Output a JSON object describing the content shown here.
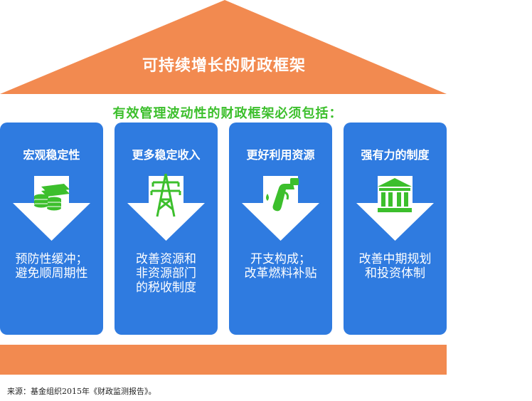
{
  "roof": {
    "title": "可持续增长的财政框架",
    "color": "#f28a50"
  },
  "subtitle": "有效管理波动性的财政框架必须包括：",
  "pillar_color": "#2f7be0",
  "icon_color": "#3cbf2c",
  "pillars": [
    {
      "title": "宏观稳定性",
      "icon": "money-stack-icon",
      "desc": [
        "预防性缓冲；",
        "避免顺周期性"
      ]
    },
    {
      "title": "更多稳定收入",
      "icon": "power-tower-icon",
      "desc": [
        "改善资源和",
        "非资源部门",
        "的税收制度"
      ]
    },
    {
      "title": "更好利用资源",
      "icon": "fuel-nozzle-icon",
      "desc": [
        "开支构成；",
        "改革燃料补贴"
      ]
    },
    {
      "title": "强有力的制度",
      "icon": "bank-building-icon",
      "desc": [
        "改善中期规划",
        "和投资体制"
      ]
    }
  ],
  "footnote": "来源：基金组织2015年《财政监测报告》。"
}
